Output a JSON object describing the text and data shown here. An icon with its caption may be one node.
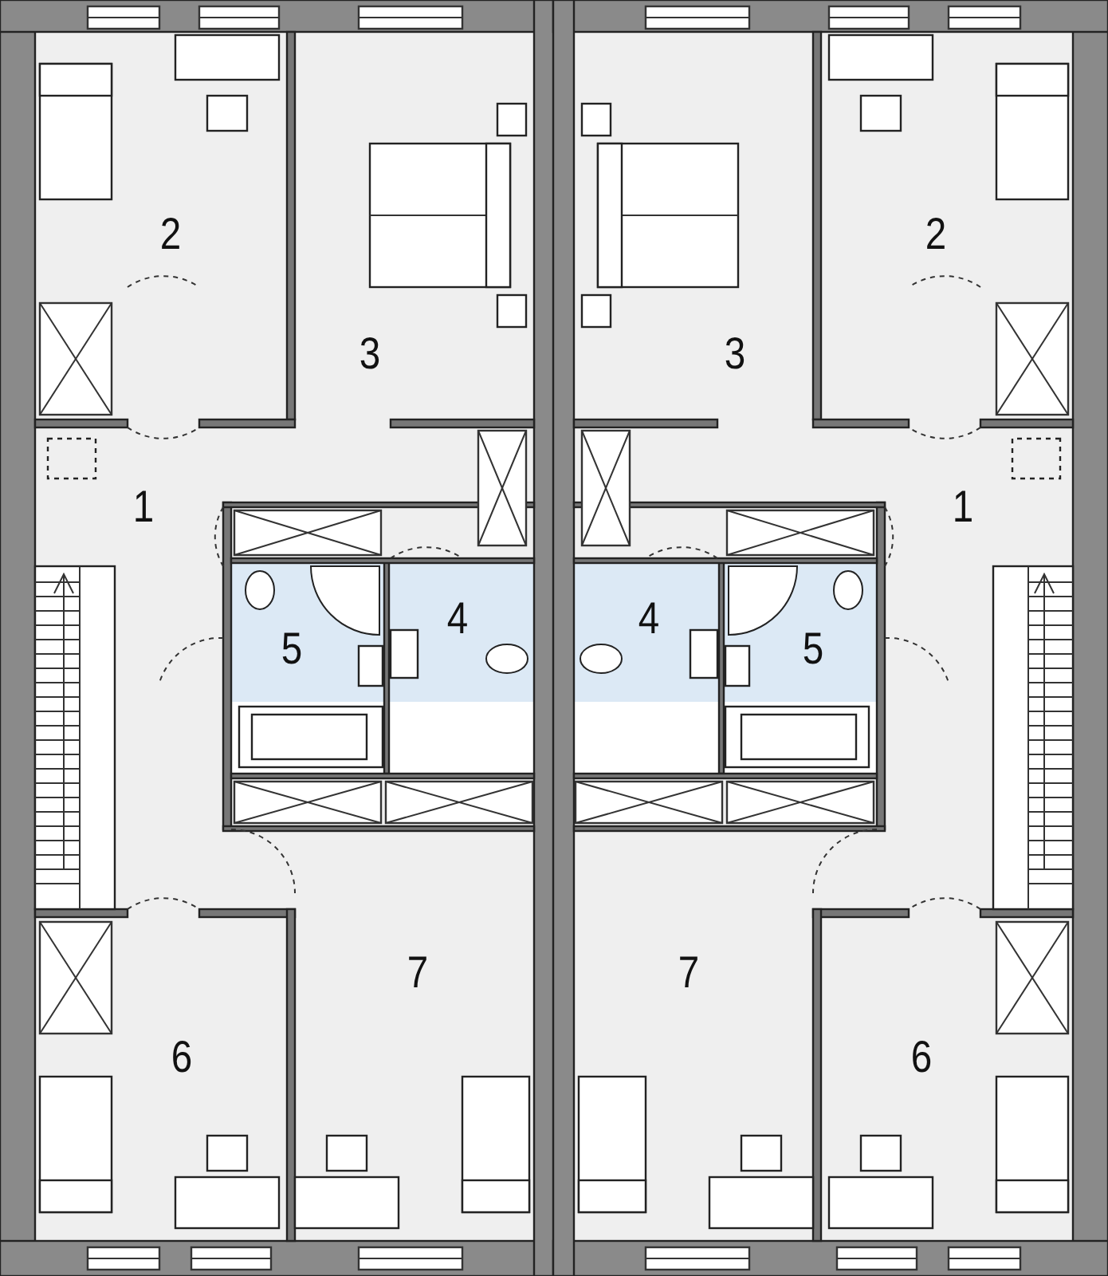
{
  "diagram": {
    "labels": [
      "2",
      "2",
      "3",
      "3",
      "1",
      "1",
      "5",
      "4",
      "4",
      "5",
      "7",
      "7",
      "6",
      "6"
    ]
  }
}
